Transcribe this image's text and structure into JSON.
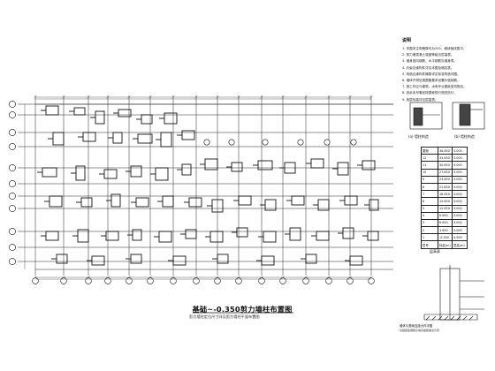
{
  "drawing": {
    "title": "基础~-0.350剪力墙柱布置图",
    "subtitle": "剪力墙柱定位尺寸详见剪力墙柱平面布置图",
    "notes_title": "说明",
    "notes": [
      "1. 本图未注明墙厚均为200，墙体轴线居中。",
      "2. 剪力墙混凝土强度等级见层高表。",
      "3. 墙身竖向钢筋、水平钢筋见墙身表。",
      "4. 约束边缘构件详见本图及墙柱表。",
      "5. 构造边缘构件箍筋详见标准构造详图。",
      "6. 墙体开洞处按图集要求设置补强钢筋。",
      "7. 施工时应与建筑、水电专业图纸密切配合。",
      "8. 其余未尽事宜按国家现行规范执行。",
      "9. 各层标高详见层高表。"
    ],
    "detail_captions": [
      "(a) 墙柱构造",
      "(b) 墙柱构造"
    ],
    "level_table": {
      "caption": "层高表",
      "rows": [
        [
          "屋面",
          "36.650",
          "3.000"
        ],
        [
          "12",
          "33.650",
          "3.000"
        ],
        [
          "11",
          "30.650",
          "3.000"
        ],
        [
          "10",
          "27.650",
          "3.000"
        ],
        [
          "9",
          "24.650",
          "3.000"
        ],
        [
          "8",
          "21.650",
          "3.000"
        ],
        [
          "7",
          "18.650",
          "3.000"
        ],
        [
          "6",
          "15.650",
          "3.000"
        ],
        [
          "5",
          "12.650",
          "3.000"
        ],
        [
          "4",
          "9.650",
          "3.000"
        ],
        [
          "3",
          "6.650",
          "3.000"
        ],
        [
          "2",
          "3.650",
          "4.000"
        ],
        [
          "1",
          "-0.350",
          "4.500"
        ],
        [
          "层号",
          "标高(m)",
          "层高(m)"
        ]
      ]
    },
    "section_caption": "墙体与基础连接大样详图",
    "section_caption2": "基础底板钢筋及墙身插筋做法示意"
  }
}
